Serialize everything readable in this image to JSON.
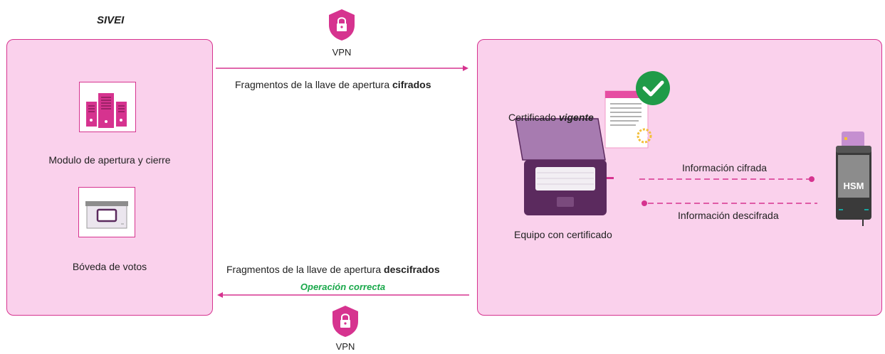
{
  "left_panel": {
    "title": "SIVEI",
    "module_label": "Modulo de apertura y cierre",
    "vault_label": "Bóveda de votos"
  },
  "top_link": {
    "vpn_label": "VPN",
    "text_prefix": "Fragmentos de la llave de apertura ",
    "text_bold": "cifrados"
  },
  "bottom_link": {
    "vpn_label": "VPN",
    "text_prefix": "Fragmentos de la llave de apertura ",
    "text_bold": "descifrados",
    "status": "Operación correcta"
  },
  "right_panel": {
    "cert_prefix": "Certificado ",
    "cert_bold": "vigente",
    "device_label": "Equipo con certificado",
    "encrypted_info": "Información cifrada",
    "decrypted_info": "Información descifrada",
    "hsm_label": "HSM"
  },
  "colors": {
    "accent": "#d6338f",
    "panel_fill": "#fad1ec",
    "success": "#19a84a",
    "laptop": "#5b2a5e"
  }
}
